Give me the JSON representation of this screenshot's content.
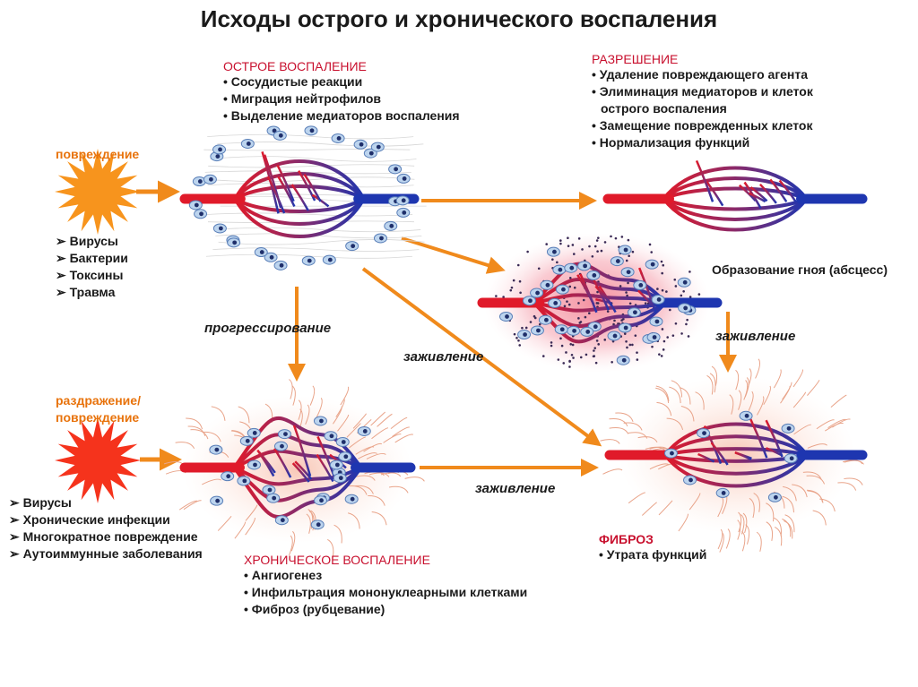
{
  "title": "Исходы острого и хронического воспаления",
  "acute": {
    "heading": "ОСТРОЕ  ВОСПАЛЕНИЕ",
    "items": [
      "• Сосудистые реакции",
      "• Миграция нейтрофилов",
      "• Выделение медиаторов воспаления"
    ]
  },
  "resolution": {
    "heading": "РАЗРЕШЕНИЕ",
    "items": [
      "• Удаление повреждающего агента",
      "• Элиминация медиаторов и клеток",
      "острого воспаления",
      "• Замещение поврежденных клеток",
      "• Нормализация функций"
    ]
  },
  "injury": {
    "label": "повреждение",
    "causes": [
      "➢ Вирусы",
      "➢ Бактерии",
      "➢ Токсины",
      "➢ Травма"
    ]
  },
  "irritation": {
    "label_line1": "раздражение/",
    "label_line2": "повреждение",
    "causes": [
      "➢ Вирусы",
      "➢ Хронические инфекции",
      "➢ Многократное повреждение",
      "➢ Аутоиммунные заболевания"
    ]
  },
  "chronic": {
    "heading": "ХРОНИЧЕСКОЕ  ВОСПАЛЕНИЕ",
    "items": [
      "• Ангиогенез",
      "• Инфильтрация мононуклеарными  клетками",
      "• Фиброз (рубцевание)"
    ]
  },
  "abscess_label": "Образование гноя (абсцесс)",
  "fibrosis": {
    "heading": "ФИБРОЗ",
    "items": [
      "• Утрата функций"
    ]
  },
  "arrow_labels": {
    "progression": "прогрессирование",
    "healing_center": "заживление",
    "healing_right": "заживление",
    "healing_bottom": "заживление"
  },
  "colors": {
    "arrow": "#f08a1c",
    "heading_red": "#c8102e",
    "artery": "#d8192a",
    "vein": "#2a3aa8",
    "burst": "#f7941d"
  }
}
